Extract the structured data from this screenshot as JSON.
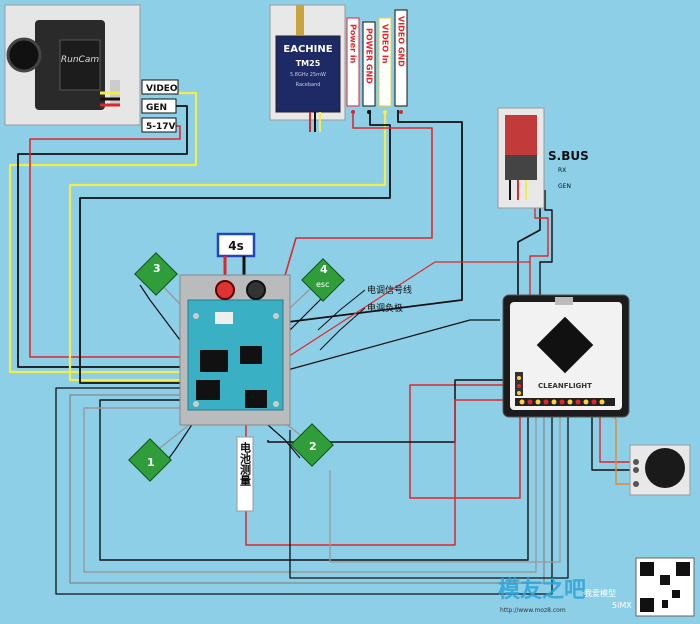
{
  "camera": {
    "brand": "RunCam",
    "labels": [
      "VIDEO",
      "GEN",
      "5-17V"
    ]
  },
  "vtx": {
    "brand": "EACHINE",
    "model": "TM25",
    "small_text": [
      "5.8GHz 25mW",
      "Raceband"
    ],
    "pin_labels": [
      "Power in",
      "POWER GND",
      "VIDEO In",
      "VIDEO GND"
    ]
  },
  "receiver": {
    "title": "S.BUS",
    "pin_labels": [
      "RX",
      "GEN"
    ]
  },
  "battery": {
    "label": "4s"
  },
  "motors": [
    {
      "num": "3"
    },
    {
      "num": "4",
      "sub": "esc"
    },
    {
      "num": "1"
    },
    {
      "num": "2"
    }
  ],
  "annotations": {
    "esc_signal": "电调信号线",
    "esc_negative": "电调负极",
    "battery_measure": "电池测量"
  },
  "flight_controller": {
    "brand": "CLEANFLIGHT"
  },
  "watermark": {
    "site": "模友之吧",
    "url": "http://www.moz8.com",
    "brand": "5iMX",
    "brand_cn": "我爱模型"
  },
  "colors": {
    "background": "#8ecfe8",
    "wire_red": "#e0262a",
    "wire_black": "#111111",
    "wire_yellow": "#f3ec4a",
    "wire_gray": "#9a9a9a",
    "motor_green": "#2f9e3a",
    "battery_box": "#2146b8"
  }
}
